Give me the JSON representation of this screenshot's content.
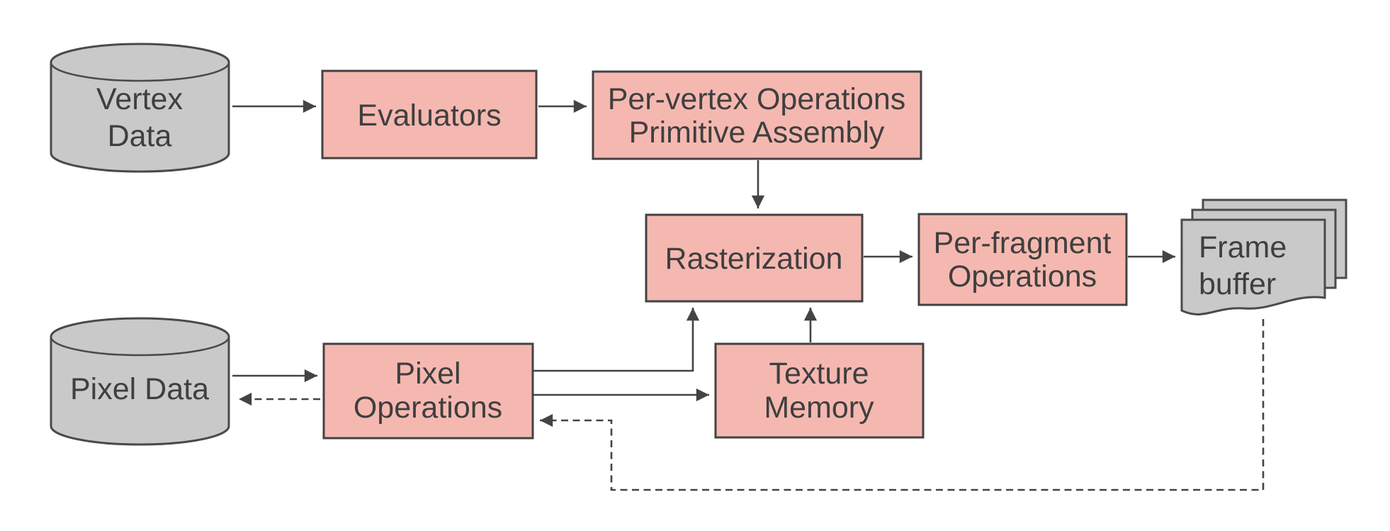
{
  "diagram": {
    "colors": {
      "background": "#ffffff",
      "process_fill": "#f5b8b0",
      "process_stroke": "#424242",
      "datastore_fill": "#c9c9c9",
      "datastore_stroke": "#4a4a4a",
      "arrow": "#444444",
      "text": "#3f3f3f"
    },
    "nodes": {
      "vertex_data": {
        "line1": "Vertex",
        "line2": "Data"
      },
      "evaluators": {
        "label": "Evaluators"
      },
      "per_vertex": {
        "line1": "Per-vertex Operations",
        "line2": "Primitive Assembly"
      },
      "rasterization": {
        "label": "Rasterization"
      },
      "per_fragment": {
        "line1": "Per-fragment",
        "line2": "Operations"
      },
      "frame_buffer": {
        "line1": "Frame",
        "line2": "buffer"
      },
      "pixel_data": {
        "label": "Pixel Data"
      },
      "pixel_operations": {
        "line1": "Pixel",
        "line2": "Operations"
      },
      "texture_memory": {
        "line1": "Texture",
        "line2": "Memory"
      }
    },
    "edges": [
      {
        "from": "vertex-data",
        "to": "evaluators",
        "style": "solid"
      },
      {
        "from": "evaluators",
        "to": "per-vertex-operations",
        "style": "solid"
      },
      {
        "from": "per-vertex-operations",
        "to": "rasterization",
        "style": "solid"
      },
      {
        "from": "rasterization",
        "to": "per-fragment-operations",
        "style": "solid"
      },
      {
        "from": "per-fragment-operations",
        "to": "frame-buffer",
        "style": "solid"
      },
      {
        "from": "pixel-data",
        "to": "pixel-operations",
        "style": "solid"
      },
      {
        "from": "pixel-operations",
        "to": "pixel-data",
        "style": "dashed"
      },
      {
        "from": "pixel-operations",
        "to": "rasterization",
        "style": "solid"
      },
      {
        "from": "pixel-operations",
        "to": "texture-memory",
        "style": "solid"
      },
      {
        "from": "texture-memory",
        "to": "rasterization",
        "style": "solid"
      },
      {
        "from": "frame-buffer",
        "to": "pixel-operations",
        "style": "dashed"
      }
    ]
  }
}
